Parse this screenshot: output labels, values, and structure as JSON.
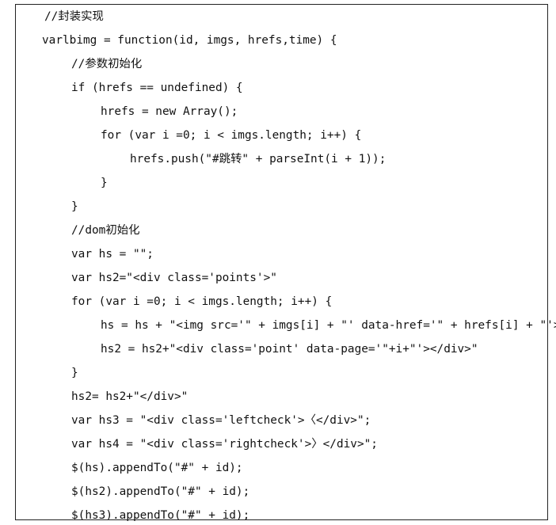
{
  "code_lines": [
    "//封装实现",
    "varlbimg = function(id, imgs, hrefs,time) {",
    "//参数初始化",
    "if (hrefs == undefined) {",
    "hrefs = new Array();",
    "for (var i =0; i < imgs.length; i++) {",
    "hrefs.push(\"#跳转\" + parseInt(i + 1));",
    "}",
    "}",
    "//dom初始化",
    "var hs = \"\";",
    "var hs2=\"<div class='points'>\"",
    "for (var i =0; i < imgs.length; i++) {",
    "hs = hs + \"<img src='\" + imgs[i] + \"' data-href='\" + hrefs[i] + \"'>\";",
    "hs2 = hs2+\"<div class='point' data-page='\"+i+\"'></div>\"",
    "}",
    "hs2= hs2+\"</div>\"",
    "var hs3 = \"<div class='leftcheck'>〈</div>\";",
    "var hs4 = \"<div class='rightcheck'>〉</div>\";",
    "$(hs).appendTo(\"#\" + id);",
    "$(hs2).appendTo(\"#\" + id);",
    "$(hs3).appendTo(\"#\" + id);"
  ]
}
